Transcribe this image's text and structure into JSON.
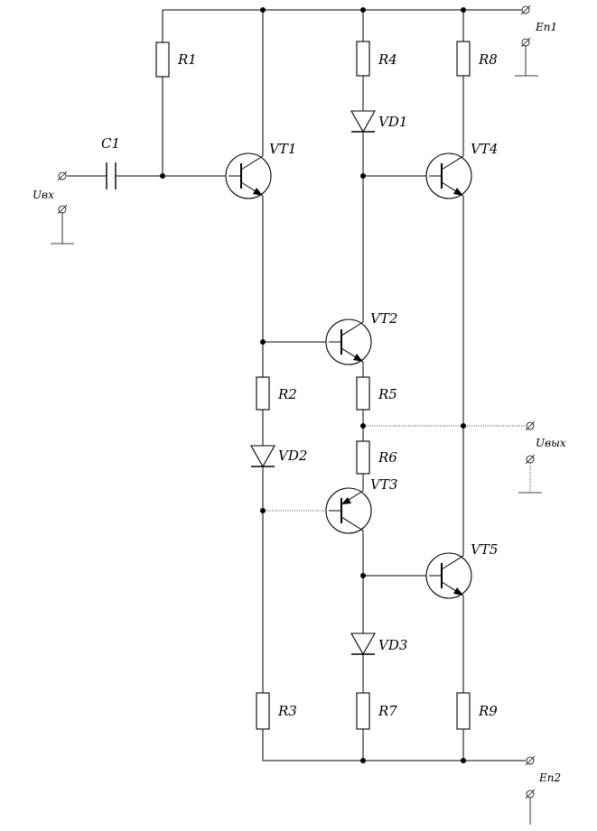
{
  "diagram": {
    "labels": {
      "r1": "R1",
      "r2": "R2",
      "r3": "R3",
      "r4": "R4",
      "r5": "R5",
      "r6": "R6",
      "r7": "R7",
      "r8": "R8",
      "r9": "R9",
      "c1": "C1",
      "vd1": "VD1",
      "vd2": "VD2",
      "vd3": "VD3",
      "vt1": "VT1",
      "vt2": "VT2",
      "vt3": "VT3",
      "vt4": "VT4",
      "vt5": "VT5",
      "u_in": "Uвх",
      "u_out": "Uвых",
      "e_p1": "Eп1",
      "e_p2": "Eп2"
    }
  }
}
